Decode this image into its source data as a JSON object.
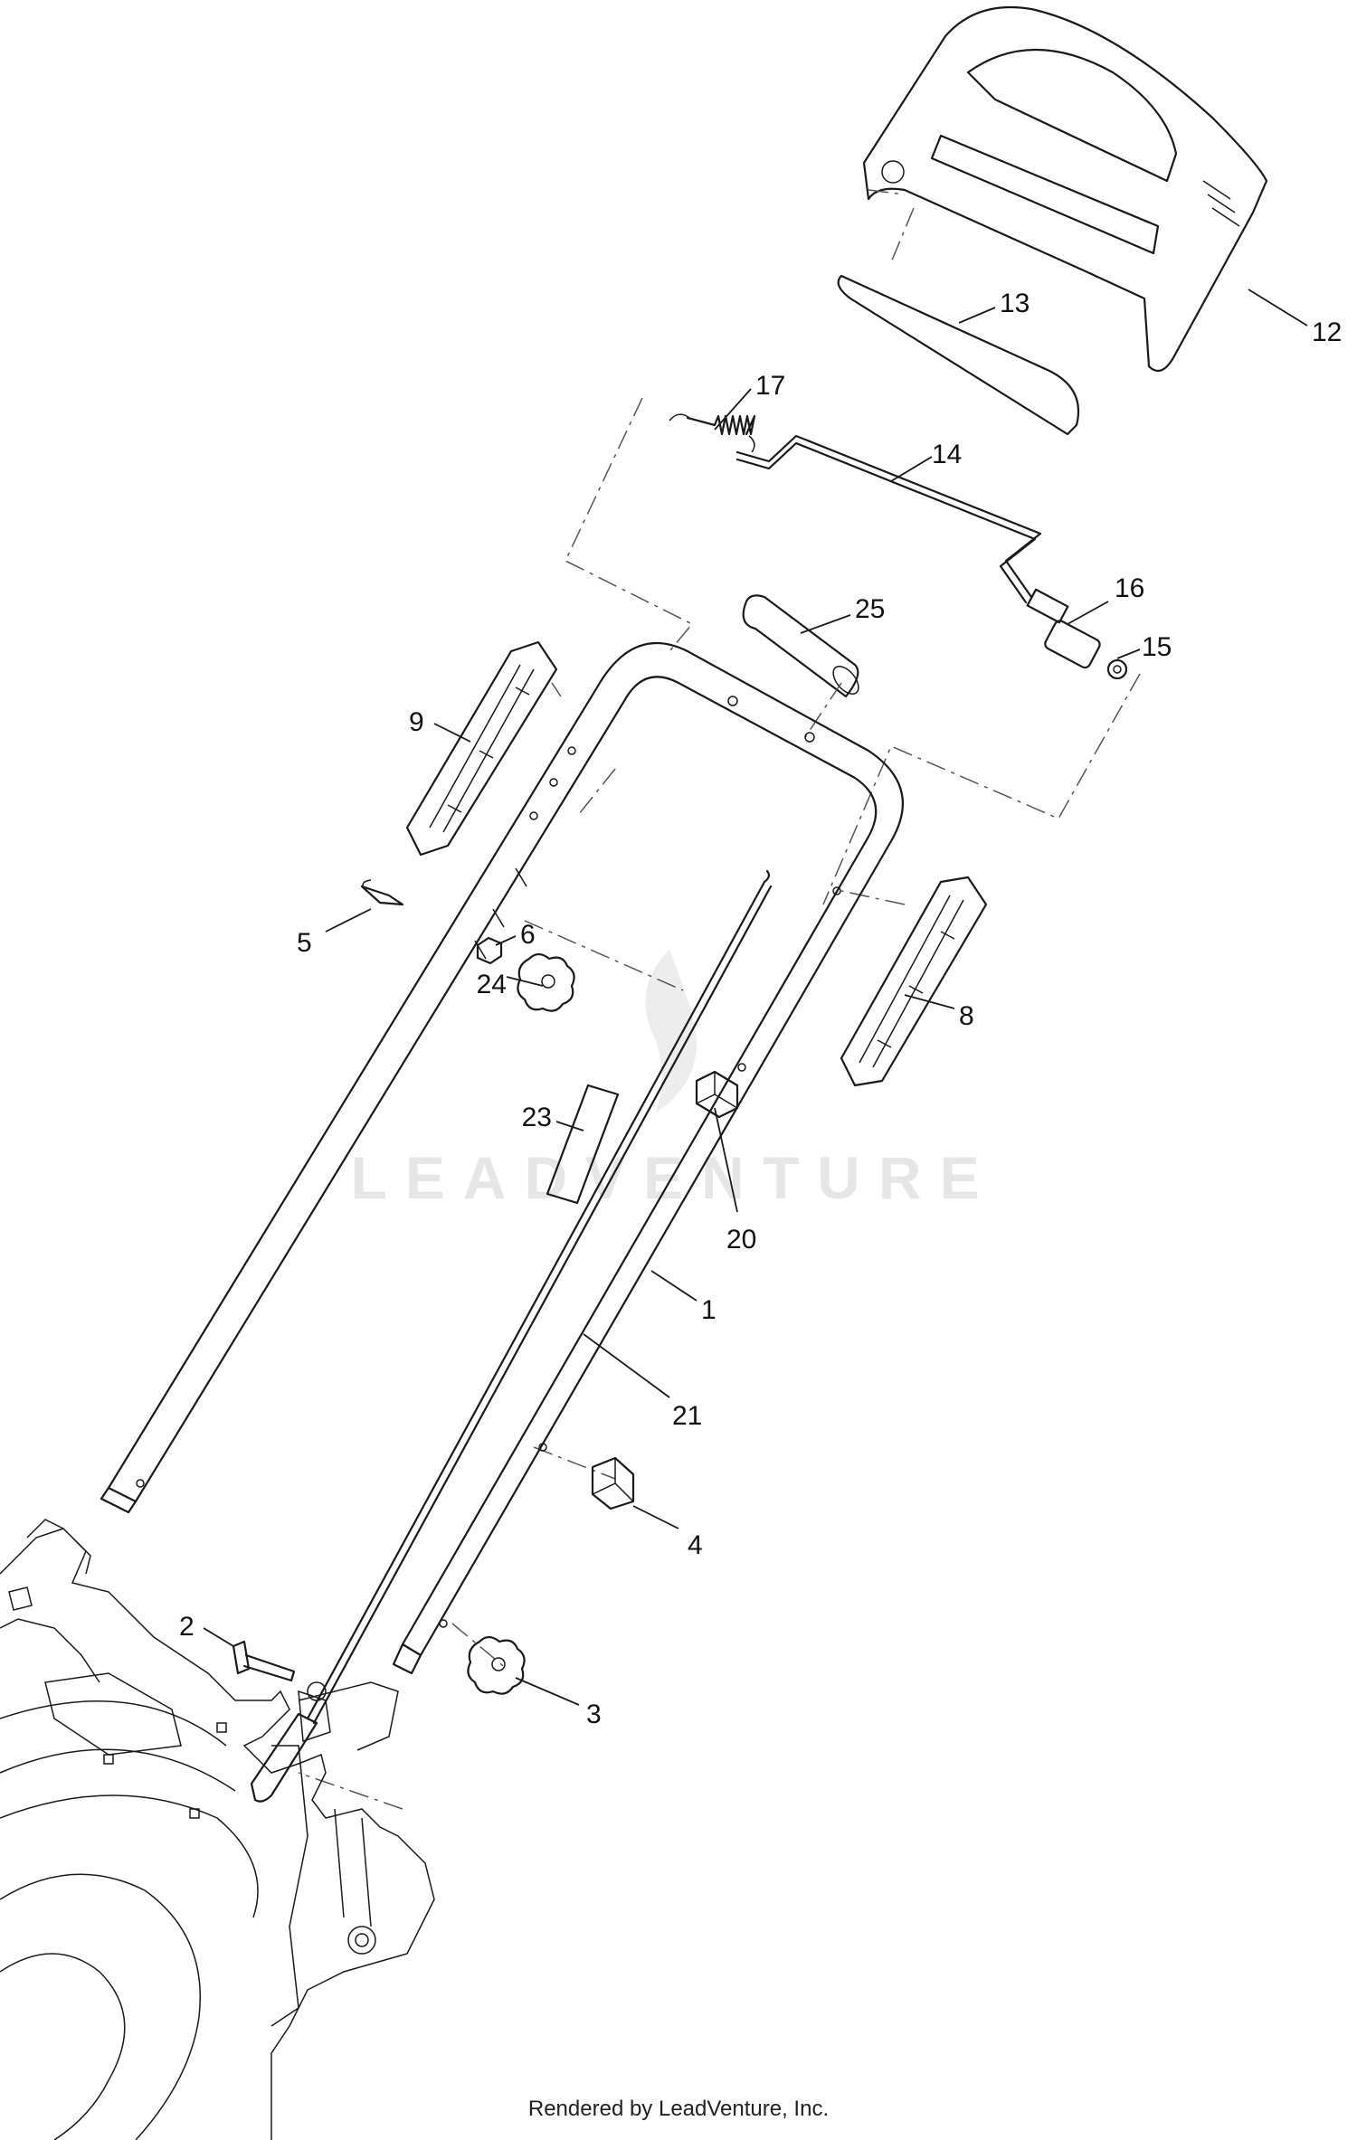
{
  "watermark": {
    "text": "LEADVENTURE"
  },
  "footer": {
    "text": "Rendered by LeadVenture, Inc."
  },
  "callouts": [
    {
      "label": "12"
    },
    {
      "label": "13"
    },
    {
      "label": "17"
    },
    {
      "label": "14"
    },
    {
      "label": "16"
    },
    {
      "label": "15"
    },
    {
      "label": "25"
    },
    {
      "label": "9"
    },
    {
      "label": "8"
    },
    {
      "label": "5"
    },
    {
      "label": "6"
    },
    {
      "label": "24"
    },
    {
      "label": "23"
    },
    {
      "label": "20"
    },
    {
      "label": "1"
    },
    {
      "label": "21"
    },
    {
      "label": "4"
    },
    {
      "label": "2"
    },
    {
      "label": "3"
    }
  ]
}
